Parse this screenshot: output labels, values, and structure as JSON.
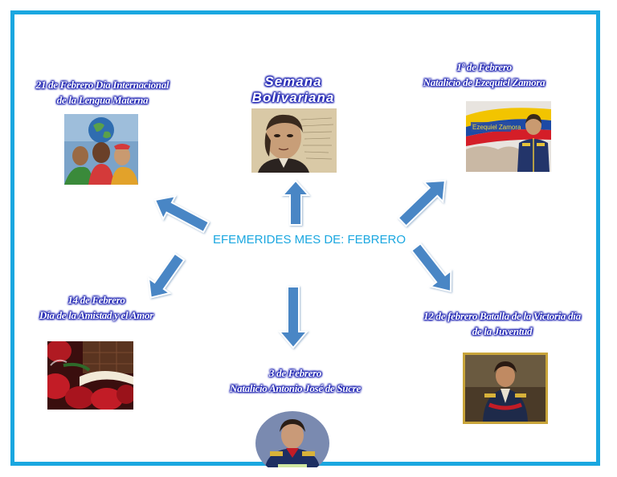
{
  "center_text": "EFEMERIDES MES DE: FEBRERO",
  "nodes": {
    "top": {
      "line1": "Semana",
      "line2": "Bolivariana"
    },
    "top_right": {
      "line1": "1º de Febrero",
      "line2": "Natalicio de Ezequiel Zamora"
    },
    "top_right_banner": "Ezequiel Zamora",
    "top_left": {
      "line1": "21 de Febrero Día Internacional",
      "line2": "de la Lengua Materna"
    },
    "left": {
      "line1": "14 de Febrero",
      "line2": "Día de la Amistad y el Amor"
    },
    "bottom": {
      "line1": "3 de Febrero",
      "line2": "Natalicio Antonio José de Sucre"
    },
    "right": {
      "line1": "12 de febrero Batalla de la Victoria día",
      "line2": "de la Juventud"
    }
  },
  "colors": {
    "frame": "#1aa7e0",
    "center_text": "#1aa7e0",
    "arrow_fill": "#4a86c5",
    "label_outline": "#1a1fb0"
  }
}
